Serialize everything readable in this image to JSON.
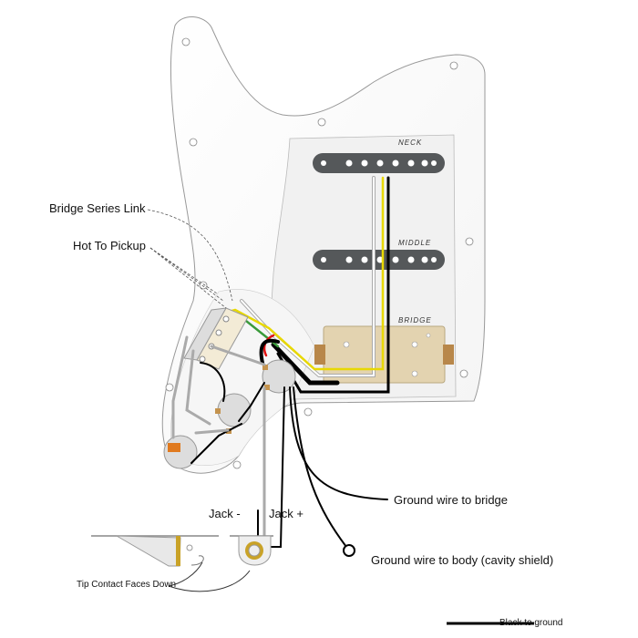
{
  "pickups": {
    "neck": "NECK",
    "middle": "MIDDLE",
    "bridge": "BRIDGE"
  },
  "labels": {
    "bridge_series_link": "Bridge Series Link",
    "hot_to_pickup": "Hot To Pickup",
    "ground_to_bridge": "Ground wire to bridge",
    "ground_to_body": "Ground wire to body (cavity shield)",
    "jack_minus": "Jack -",
    "jack_plus": "Jack +",
    "tip_contact": "Tip Contact Faces Down"
  },
  "legend": {
    "black_to_ground": "Black to ground",
    "color": "#000000"
  },
  "colors": {
    "pickup": "#55585a",
    "bridge_plate": "#e3d3b0",
    "yellow_wire": "#e8d800",
    "green_wire": "#3a9a3a",
    "red_wire": "#e01010"
  }
}
